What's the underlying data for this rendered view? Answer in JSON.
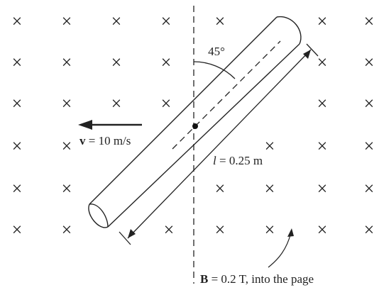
{
  "field": {
    "marker": "×",
    "label_bold": "B",
    "label_rest": " = 0.2 T, into the page"
  },
  "angle": {
    "label": "45°"
  },
  "velocity": {
    "label_bold": "v",
    "label_rest": " = 10 m/s"
  },
  "rod": {
    "length_label_italic": "l",
    "length_label_rest": " = 0.25 m"
  },
  "colors": {
    "ink": "#222222",
    "background": "#ffffff"
  }
}
